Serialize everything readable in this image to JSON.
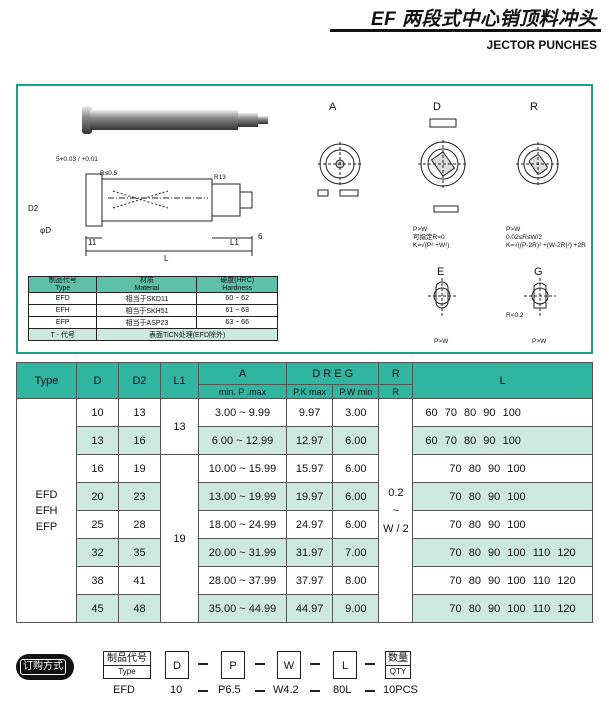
{
  "header": {
    "title": "EF 两段式中心销顶料冲头",
    "subtitle": "JECTOR PUNCHES"
  },
  "drawing": {
    "labels": {
      "view_a": "A",
      "view_d": "D",
      "view_r": "R",
      "view_e": "E",
      "view_g": "G",
      "r_small": "R≤0.5",
      "r13": "R13",
      "d2": "D2",
      "d": "φD",
      "l": "L",
      "l1": "L1",
      "eleven": "11",
      "six": "6",
      "plus_dim": "5+0.03 / +0.01"
    },
    "notes": {
      "d_note": [
        "P>W",
        "可指定R=0",
        "K=√(P² +W²)"
      ],
      "r_note": [
        "P>W",
        "0.02≤R≤W/2",
        "K=√((P-2R)² +(W-2R)²) +2R"
      ],
      "e_note": "P>W",
      "g_note": "P>W",
      "g_r": "R<0.2"
    }
  },
  "materials": {
    "headers": [
      [
        "制品代号",
        "Type"
      ],
      [
        "材质",
        "Material"
      ],
      [
        "硬度(HRC)",
        "Hardness"
      ]
    ],
    "rows": [
      [
        "EFD",
        "相当于SKD11",
        "60 ~ 62"
      ],
      [
        "EFH",
        "相当于SKH51",
        "61 ~ 63"
      ],
      [
        "EFP",
        "相当于ASP23",
        "63 ~ 66"
      ]
    ],
    "treatment": [
      "T - 代号",
      "表面TiCN处理(EFD除外)"
    ]
  },
  "spec_table": {
    "headers": {
      "type": "Type",
      "d": "D",
      "d2": "D2",
      "l1": "L1",
      "a": "A",
      "dreg": "D R E G",
      "r": "R",
      "l": "L"
    },
    "subheaders": {
      "a": "min. P .max",
      "pk": "P.K max",
      "pw": "P.W min",
      "r": "R"
    },
    "types": [
      "EFD",
      "EFH",
      "EFP"
    ],
    "l1_values": [
      "13",
      "19"
    ],
    "r_values": [
      "0.2",
      "~",
      "W / 2"
    ],
    "rows": [
      {
        "d": "10",
        "d2": "13",
        "a": "3.00 ~ 9.99",
        "pk": "9.97",
        "pw": "3.00",
        "l": "60  70  80  90  100"
      },
      {
        "d": "13",
        "d2": "16",
        "a": "6.00 ~ 12.99",
        "pk": "12.97",
        "pw": "6.00",
        "l": "60  70  80  90  100"
      },
      {
        "d": "16",
        "d2": "19",
        "a": "10.00 ~ 15.99",
        "pk": "15.97",
        "pw": "6.00",
        "l": "70  80  90  100"
      },
      {
        "d": "20",
        "d2": "23",
        "a": "13.00 ~ 19.99",
        "pk": "19.97",
        "pw": "6.00",
        "l": "70  80  90  100"
      },
      {
        "d": "25",
        "d2": "28",
        "a": "18.00 ~ 24.99",
        "pk": "24.97",
        "pw": "6.00",
        "l": "70  80  90  100"
      },
      {
        "d": "32",
        "d2": "35",
        "a": "20.00 ~ 31.99",
        "pk": "31.97",
        "pw": "7.00",
        "l": "70  80  90  100  110  120"
      },
      {
        "d": "38",
        "d2": "41",
        "a": "28.00 ~ 37.99",
        "pk": "37.97",
        "pw": "8.00",
        "l": "70  80  90  100  110  120"
      },
      {
        "d": "45",
        "d2": "48",
        "a": "35.00 ~ 44.99",
        "pk": "44.97",
        "pw": "9.00",
        "l": "70  80  90  100  110  120"
      }
    ]
  },
  "order": {
    "badge": "订购方式",
    "fields": [
      {
        "label": "制品代号",
        "sub": "Type",
        "value": "EFD"
      },
      {
        "label": "D",
        "value": "10"
      },
      {
        "label": "P",
        "value": "P6.5"
      },
      {
        "label": "W",
        "value": "W4.2"
      },
      {
        "label": "L",
        "value": "80L"
      },
      {
        "label": "数量",
        "sub": "QTY",
        "value": "10PCS"
      }
    ]
  }
}
